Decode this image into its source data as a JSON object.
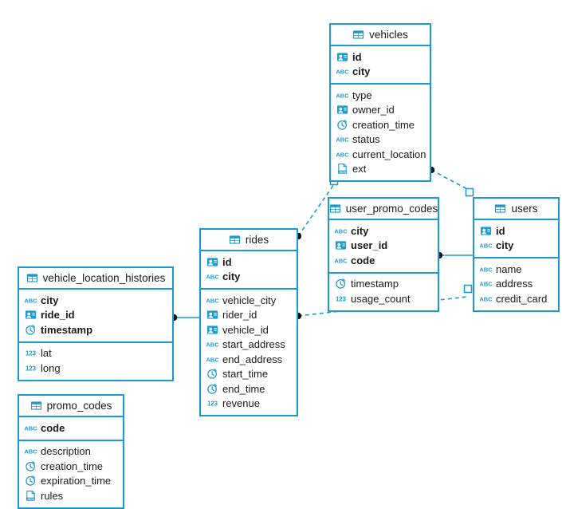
{
  "diagram": {
    "title": "database-schema-er-diagram",
    "background_color": "#ffffff",
    "accent_color": "#1d9bd1",
    "edge_color": "#1d9bd1",
    "text_color": "#1a1a1a"
  },
  "icon_legend": {
    "table": "table-grid-icon",
    "uuid": "id-badge-icon",
    "string": "abc-text-icon",
    "timestamp": "clock-icon",
    "number": "123-number-icon",
    "json": "json-document-icon"
  },
  "tables": [
    {
      "name": "vehicles",
      "icon": "table-grid-icon",
      "primary_key": [
        {
          "label": "id",
          "icon": "id-badge-icon",
          "type": "uuid"
        },
        {
          "label": "city",
          "icon": "abc-text-icon",
          "type": "string"
        }
      ],
      "columns": [
        {
          "label": "type",
          "icon": "abc-text-icon",
          "type": "string"
        },
        {
          "label": "owner_id",
          "icon": "id-badge-icon",
          "type": "uuid"
        },
        {
          "label": "creation_time",
          "icon": "clock-icon",
          "type": "timestamp"
        },
        {
          "label": "status",
          "icon": "abc-text-icon",
          "type": "string"
        },
        {
          "label": "current_location",
          "icon": "abc-text-icon",
          "type": "string"
        },
        {
          "label": "ext",
          "icon": "json-document-icon",
          "type": "json"
        }
      ]
    },
    {
      "name": "users",
      "icon": "table-grid-icon",
      "primary_key": [
        {
          "label": "id",
          "icon": "id-badge-icon",
          "type": "uuid"
        },
        {
          "label": "city",
          "icon": "abc-text-icon",
          "type": "string"
        }
      ],
      "columns": [
        {
          "label": "name",
          "icon": "abc-text-icon",
          "type": "string"
        },
        {
          "label": "address",
          "icon": "abc-text-icon",
          "type": "string"
        },
        {
          "label": "credit_card",
          "icon": "abc-text-icon",
          "type": "string"
        }
      ]
    },
    {
      "name": "user_promo_codes",
      "icon": "table-grid-icon",
      "primary_key": [
        {
          "label": "city",
          "icon": "abc-text-icon",
          "type": "string"
        },
        {
          "label": "user_id",
          "icon": "id-badge-icon",
          "type": "uuid"
        },
        {
          "label": "code",
          "icon": "abc-text-icon",
          "type": "string"
        }
      ],
      "columns": [
        {
          "label": "timestamp",
          "icon": "clock-icon",
          "type": "timestamp"
        },
        {
          "label": "usage_count",
          "icon": "123-number-icon",
          "type": "number"
        }
      ]
    },
    {
      "name": "rides",
      "icon": "table-grid-icon",
      "primary_key": [
        {
          "label": "id",
          "icon": "id-badge-icon",
          "type": "uuid"
        },
        {
          "label": "city",
          "icon": "abc-text-icon",
          "type": "string"
        }
      ],
      "columns": [
        {
          "label": "vehicle_city",
          "icon": "abc-text-icon",
          "type": "string"
        },
        {
          "label": "rider_id",
          "icon": "id-badge-icon",
          "type": "uuid"
        },
        {
          "label": "vehicle_id",
          "icon": "id-badge-icon",
          "type": "uuid"
        },
        {
          "label": "start_address",
          "icon": "abc-text-icon",
          "type": "string"
        },
        {
          "label": "end_address",
          "icon": "abc-text-icon",
          "type": "string"
        },
        {
          "label": "start_time",
          "icon": "clock-icon",
          "type": "timestamp"
        },
        {
          "label": "end_time",
          "icon": "clock-icon",
          "type": "timestamp"
        },
        {
          "label": "revenue",
          "icon": "123-number-icon",
          "type": "number"
        }
      ]
    },
    {
      "name": "vehicle_location_histories",
      "icon": "table-grid-icon",
      "primary_key": [
        {
          "label": "city",
          "icon": "abc-text-icon",
          "type": "string"
        },
        {
          "label": "ride_id",
          "icon": "id-badge-icon",
          "type": "uuid"
        },
        {
          "label": "timestamp",
          "icon": "clock-icon",
          "type": "timestamp"
        }
      ],
      "columns": [
        {
          "label": "lat",
          "icon": "123-number-icon",
          "type": "number"
        },
        {
          "label": "long",
          "icon": "123-number-icon",
          "type": "number"
        }
      ]
    },
    {
      "name": "promo_codes",
      "icon": "table-grid-icon",
      "primary_key": [
        {
          "label": "code",
          "icon": "abc-text-icon",
          "type": "string"
        }
      ],
      "columns": [
        {
          "label": "description",
          "icon": "abc-text-icon",
          "type": "string"
        },
        {
          "label": "creation_time",
          "icon": "clock-icon",
          "type": "timestamp"
        },
        {
          "label": "expiration_time",
          "icon": "clock-icon",
          "type": "timestamp"
        },
        {
          "label": "rules",
          "icon": "json-document-icon",
          "type": "json"
        }
      ]
    }
  ],
  "relationships": [
    {
      "from": "vehicle_location_histories",
      "to": "rides",
      "style": "solid"
    },
    {
      "from": "user_promo_codes",
      "to": "users",
      "style": "solid"
    },
    {
      "from": "rides",
      "to": "vehicles",
      "style": "dashed"
    },
    {
      "from": "vehicles",
      "to": "users",
      "style": "dashed"
    },
    {
      "from": "rides",
      "to": "users",
      "style": "dashed"
    }
  ]
}
